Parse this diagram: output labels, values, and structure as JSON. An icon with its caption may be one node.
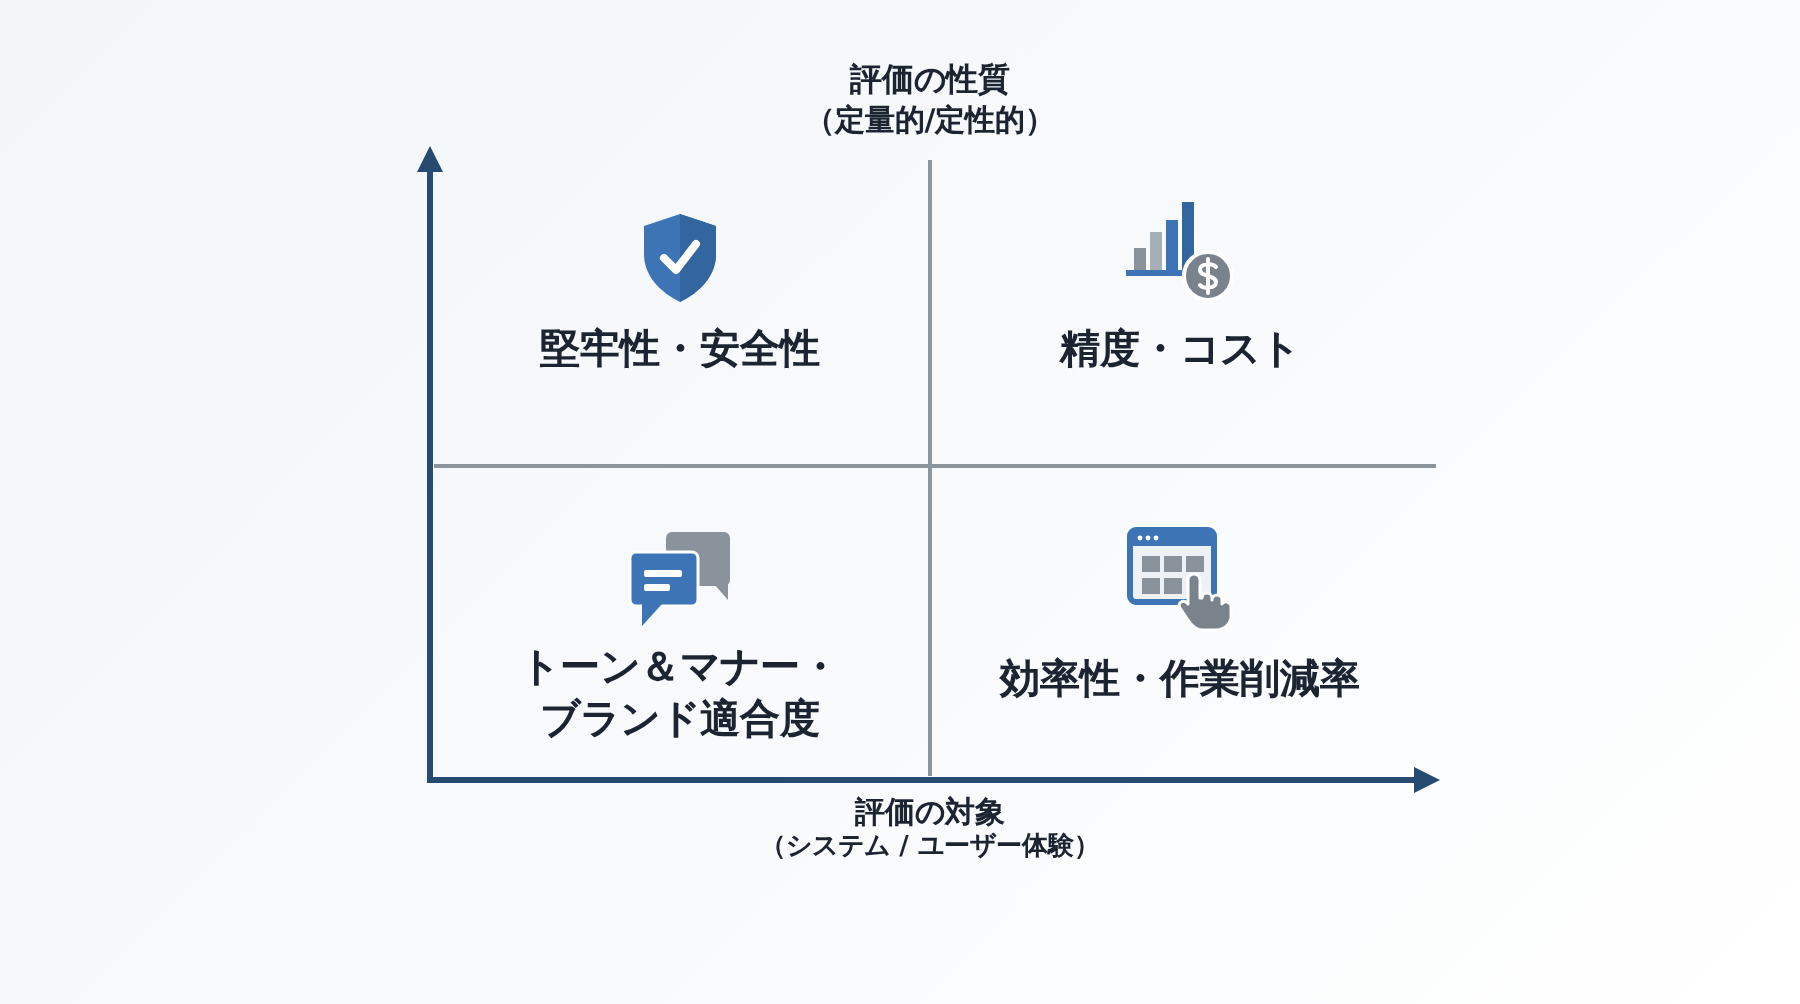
{
  "diagram": {
    "labels": [
      "評価の性質",
      "（定量的/定性的）",
      "堅牢性・安全性",
      "精度・コスト",
      "トーン＆マナー・ブランド適合度",
      "効率性・作業削減率",
      "評価の対象",
      "（システム / ユーザー体験）"
    ]
  }
}
